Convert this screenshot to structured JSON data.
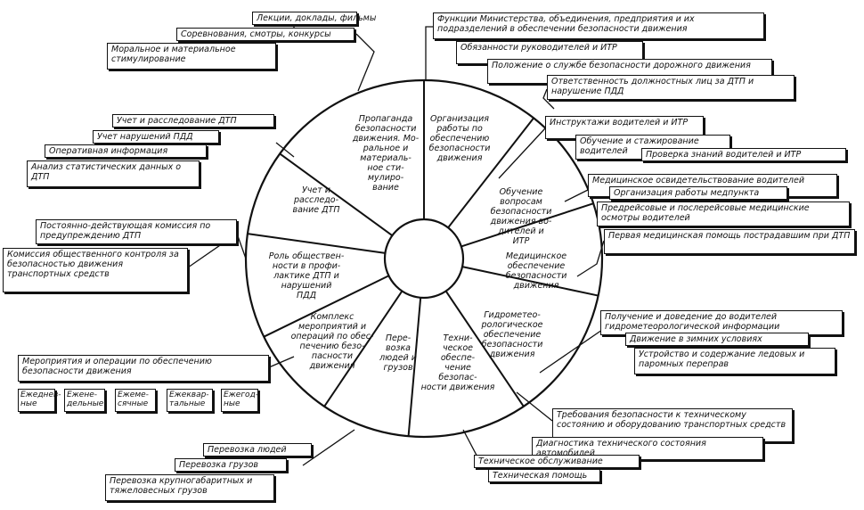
{
  "segments": [
    {
      "key": "propaganda",
      "label": "Пропаганда\nбезопасности\nдвижения. Мо-\nральное и\nматериаль-\nное сти-\nмулиро-\nвание"
    },
    {
      "key": "organization",
      "label": "Организация\nработы по\nобеспечению\nбезопасности\nдвижения"
    },
    {
      "key": "training",
      "label": "Обучение\nвопросам\nбезопасности\nдвижения во-\nдителей и\nИТР"
    },
    {
      "key": "medical",
      "label": "Медицинское\nобеспечение\nбезопасности\nдвижения"
    },
    {
      "key": "hydromet",
      "label": "Гидрометео-\nрологическое\nобеспечение\nбезопасности\nдвижения"
    },
    {
      "key": "technical",
      "label": "Техни-\nческое\nобеспе-\nчение\nбезопас-\nности движения"
    },
    {
      "key": "transport",
      "label": "Пере-\nвозка\nлюдей и\nгрузов"
    },
    {
      "key": "complex",
      "label": "Комплекс\nмероприятий и\nопераций по обес-\nпечению безо-\nпасности\nдвижения"
    },
    {
      "key": "public",
      "label": "Роль обществен-\nности в профи-\nлактике ДТП и\nнарушений\nПДД"
    },
    {
      "key": "accounting",
      "label": "Учет и\nрасследо-\nвание ДТП"
    }
  ],
  "boxes": {
    "propaganda_1": "Лекции, доклады, фильмы",
    "propaganda_2": "Соревнования, смотры, конкурсы",
    "propaganda_3": "Моральное и материальное стимулирование",
    "organization_1": "Функции Министерства, объединения, предприятия и их подразделений в обеспечении безопасности движения",
    "organization_2": "Обязанности руководителей и ИТР",
    "organization_3": "Положение о службе безопасности дорожного движения",
    "organization_4": "Ответственность должностных лиц за ДТП и нарушение ПДД",
    "training_1": "Инструктажи водителей и ИТР",
    "training_2": "Обучение и стажирование водителей",
    "training_3": "Проверка знаний водителей и ИТР",
    "medical_1": "Медицинское освидетельствование водителей",
    "medical_2": "Организация работы медпункта",
    "medical_3": "Предрейсовые и послерейсовые медицинские осмотры водителей",
    "medical_4": "Первая медицинская помощь пострадавшим при ДТП",
    "hydromet_1": "Получение и доведение до водителей гидрометеорологической информации",
    "hydromet_2": "Движение в зимних условиях",
    "hydromet_3": "Устройство и содержание ледовых и паромных переправ",
    "technical_1": "Требования безопасности к техническому состоянию и оборудованию транспортных средств",
    "technical_2": "Диагностика технического состояния автомобилей",
    "technical_3": "Техническое обслуживание",
    "technical_4": "Техническая помощь",
    "transport_1": "Перевозка людей",
    "transport_2": "Перевозка грузов",
    "transport_3": "Перевозка крупногабаритных и тяжеловесных грузов",
    "complex_1": "Мероприятия и операции по обеспечению безопасности движения",
    "public_1": "Постоянно-действующая комиссия по предупреждению ДТП",
    "public_2": "Комиссия общественного контроля за безопасностью движения транспортных средств",
    "accounting_1": "Учет и расследование ДТП",
    "accounting_2": "Учет нарушений ПДД",
    "accounting_3": "Оперативная информация",
    "accounting_4": "Анализ статистических данных о ДТП"
  },
  "frequency": [
    "Ежеднев-\nные",
    "Ежене-\nдельные",
    "Ежеме-\nсячные",
    "Ежеквар-\nтальные",
    "Ежегод-\nные"
  ]
}
